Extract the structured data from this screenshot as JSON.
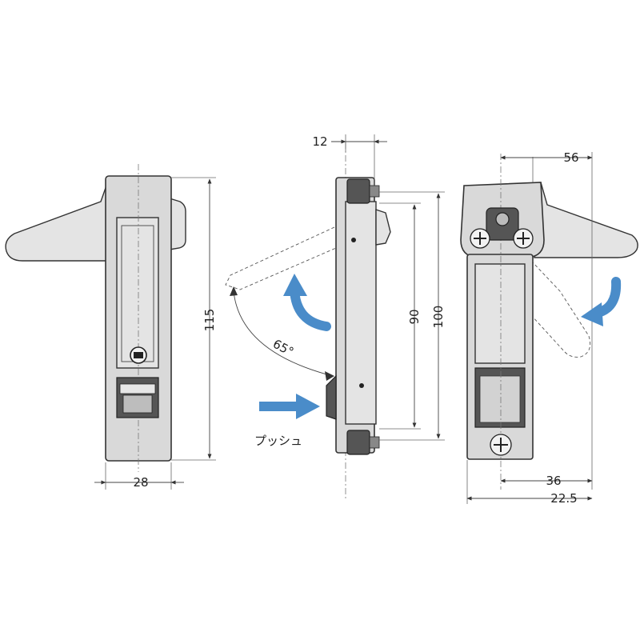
{
  "dimensions": {
    "front_height": "115",
    "front_width": "28",
    "side_offset": "12",
    "side_inner": "90",
    "side_outer": "100",
    "back_top_width": "56",
    "back_bottom_a": "36",
    "back_bottom_b": "22.5"
  },
  "labels": {
    "angle": "65°",
    "push": "プッシュ"
  },
  "colors": {
    "arrow": "#4a8cc9",
    "body": "#d9d9d9",
    "outline": "#333333"
  },
  "icons": {
    "rotate_arrow_up": "curved-arrow-icon",
    "rotate_arrow_down": "curved-arrow-icon",
    "push_arrow": "right-arrow-icon"
  }
}
